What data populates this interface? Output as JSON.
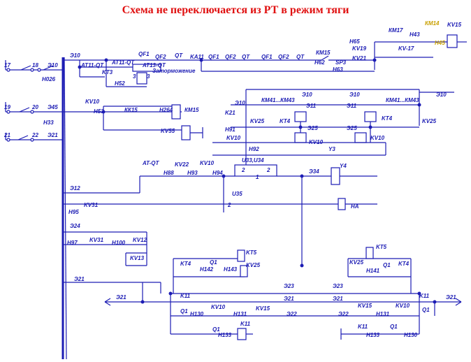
{
  "title": "Схема не переключается из РТ в режим тяги",
  "colors": {
    "title": "#e01010",
    "wire": "#1c1cb4",
    "label": "#1c1cb4",
    "highlight": "#c8a000"
  },
  "labels": {
    "n17": "17",
    "n18": "18",
    "e10_a": "Э10",
    "n20_mark": "Н026",
    "n19": "19",
    "n20": "20",
    "e45": "Э45",
    "h33": "Н33",
    "n21": "21",
    "n22": "22",
    "e21": "Э21",
    "e10_bus": "Э10",
    "at11_qt": "AT11-QT",
    "at11_qt2": "AT11-QT",
    "at13_qt": "AT13-QT",
    "kt3": "KT3",
    "qf1": "QF1",
    "qf2": "QF2",
    "qt": "QT",
    "three_a": "3",
    "three_b": "3",
    "zatormozhenie": "Заторможение",
    "h52": "H52",
    "ka11": "KA11",
    "qf1b": "QF1",
    "qf2b": "QF2",
    "qtb": "QT",
    "qf1c": "QF1",
    "qf2c": "QF2",
    "qtc": "QT",
    "km15": "КМ15",
    "h62": "H62",
    "sp3": "SP3",
    "h63": "H63",
    "h65": "H65",
    "kv19": "KV19",
    "kv21": "KV21",
    "km17": "КМ17",
    "h43": "H43",
    "kv17": "KV-17",
    "km14": "КМ14",
    "kv15_top": "KV15",
    "h45": "H45",
    "e10_r1": "Э10",
    "e10_r2": "Э10",
    "e10_r3": "Э10",
    "e10_mid": "Э10",
    "e11_a": "Э11",
    "e11_b": "Э11",
    "e25_a": "Э25",
    "e25_b": "Э25",
    "kv10": "KV10",
    "h53": "H53",
    "kk15": "КК15",
    "h264": "H264",
    "km15b": "КМ15",
    "kv55": "KV55",
    "k21": "K21",
    "km41_43": "КМ41...КМ43",
    "km41_43b": "КМ41...КМ43",
    "kv25_a": "KV25",
    "kv25_b": "KV25",
    "kt4_a": "KT4",
    "kt4_b": "KT4",
    "h91": "H91",
    "kv10b": "KV10",
    "kv10c": "KV10",
    "kv10d": "KV10",
    "h92": "H92",
    "y3": "Y3",
    "at_qt": "AT-QT",
    "kv22": "KV22",
    "kv10e": "KV10",
    "h88": "H88",
    "h93": "H93",
    "h94": "H94",
    "u33_u34": "U33,U34",
    "two_a": "2",
    "two_b": "2",
    "two_c": "2",
    "one_a": "1",
    "e34": "Э34",
    "y4": "Y4",
    "u35": "U35",
    "e12": "Э12",
    "kv31": "KV31",
    "h95": "H95",
    "ha": "HA",
    "e24": "Э24",
    "h97": "H97",
    "kv31b": "KV31",
    "h100": "H100",
    "kv12": "KV12",
    "kv13": "KV13",
    "kt5_a": "KT5",
    "kt5_b": "KT5",
    "kt4_c": "KT4",
    "q1_a": "Q1",
    "h142": "H142",
    "h143": "H143",
    "kv25_c": "KV25",
    "kv25_d": "KV25",
    "h141": "H141",
    "q1_b": "Q1",
    "kt4_d": "KT4",
    "e21_left": "Э21",
    "k11_a": "K11",
    "e23_a": "Э23",
    "e23_b": "Э23",
    "e21_mid": "Э21",
    "e21_mid2": "Э21",
    "e21_mid3": "Э21",
    "k11_b": "K11",
    "e21_right": "Э21",
    "q1_c": "Q1",
    "h130": "H130",
    "kv10f": "KV10",
    "h131": "H131",
    "kv15_a": "KV15",
    "e22_a": "Э22",
    "e22_b": "Э22",
    "h131b": "H131",
    "kv15_b": "KV15",
    "kv10g": "KV10",
    "q1_d": "Q1",
    "q1_e": "Q1",
    "h133": "H133",
    "k11_c": "K11",
    "k11_d": "K11",
    "h133b": "H133",
    "q1_f": "Q1",
    "h130b": "H130"
  }
}
